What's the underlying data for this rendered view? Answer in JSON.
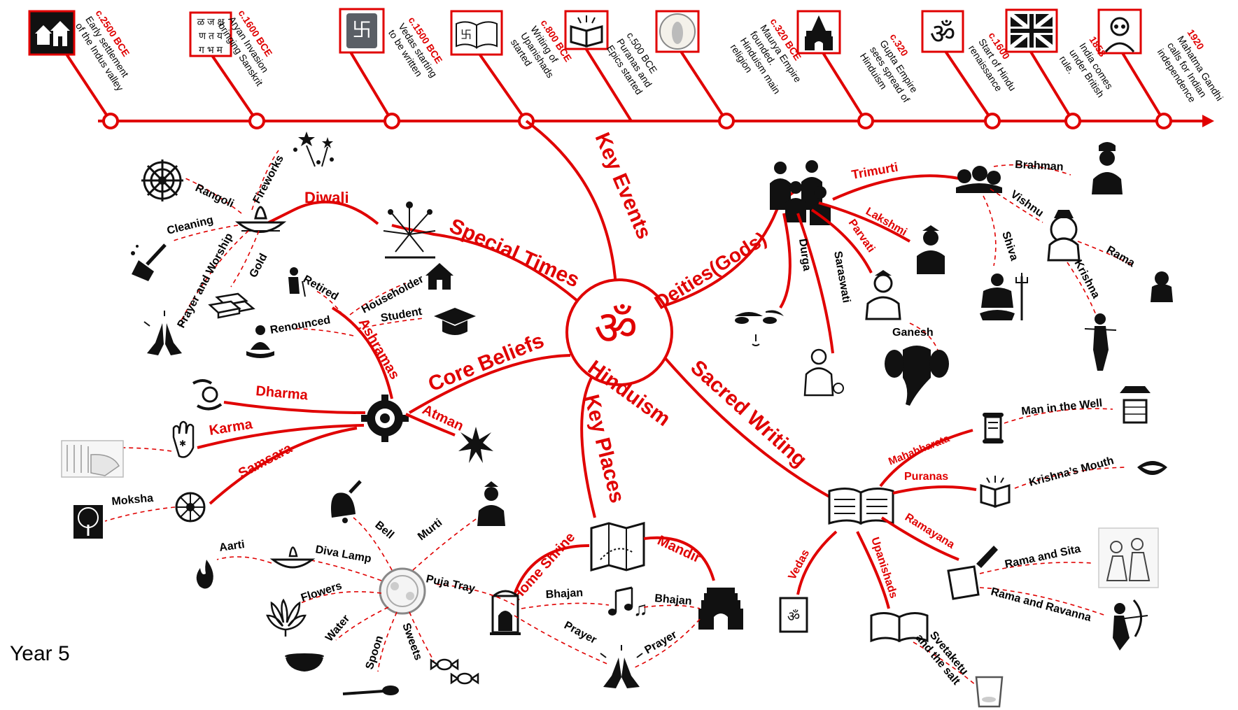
{
  "center": {
    "title": "Hinduism",
    "symbol": "ॐ"
  },
  "footer": {
    "year": "Year 5"
  },
  "timeline": [
    {
      "date": "c.2500 BCE",
      "text": [
        "Early settlement",
        "of the Indus valley"
      ],
      "icon": "village-icon"
    },
    {
      "date": "c.1600 BCE",
      "text": [
        "Aryan Invasion",
        "bringing Sanskrit"
      ],
      "icon": "sanskrit-script-icon",
      "glyph": [
        "ळ ज क्ष",
        "ण त य",
        "ग भ म"
      ]
    },
    {
      "date": "c.1500 BCE",
      "text": [
        "Vedas starting",
        "to be written"
      ],
      "icon": "vedas-book-icon",
      "glyph": "卐"
    },
    {
      "date": "c.800 BCE",
      "text": [
        "Writing of",
        "Upanishads",
        "started"
      ],
      "icon": "open-book-icon",
      "glyph": "卐"
    },
    {
      "date": "",
      "text": [
        "c.500 BCE",
        "Puranas and",
        "Epics started"
      ],
      "icon": "reading-book-icon"
    },
    {
      "date": "",
      "text": [
        "Hinduism main",
        "religion"
      ],
      "icon": "coin-icon"
    },
    {
      "date": "c.320 BCE",
      "text": [
        "Maurya Empire",
        "founded."
      ],
      "icon": "temple-icon"
    },
    {
      "date": "c.320",
      "text": [
        "Gupta Empire",
        "sees spread of",
        "Hinduism"
      ],
      "icon": "om-icon",
      "glyph": "ॐ"
    },
    {
      "date": "c.1600",
      "text": [
        "Start of Hindu",
        "renaissance"
      ],
      "icon": "union-flag-icon"
    },
    {
      "date": "1858",
      "text": [
        "India comes",
        "under British",
        "rule."
      ],
      "icon": "gandhi-portrait-icon"
    },
    {
      "date": "1920",
      "text": [
        "Mahatma Gandhi",
        "calls for Indian",
        "independence"
      ],
      "icon": ""
    }
  ],
  "branches": {
    "key_events": "Key Events",
    "special_times": "Special Times",
    "deities": "Deities(Gods)",
    "core_beliefs": "Core Beliefs",
    "key_places": "Key Places",
    "sacred_writing": "Sacred Writing"
  },
  "special_times": {
    "diwali": "Diwali",
    "fireworks": "Fireworks",
    "rangoli": "Rangoli",
    "cleaning": "Cleaning",
    "prayer_worship": "Prayer and Worship",
    "gold": "Gold"
  },
  "ashramas": {
    "title": "Ashramas",
    "retired": "Retired",
    "householder": "Householder",
    "student": "Student",
    "renounced": "Renounced"
  },
  "core_beliefs": {
    "dharma": "Dharma",
    "karma": "Karma",
    "samsara": "Samsara",
    "atman": "Atman",
    "moksha": "Moksha"
  },
  "deities": {
    "trimurti": "Trimurti",
    "brahman": "Brahman",
    "vishnu": "Vishnu",
    "shiva": "Shiva",
    "rama": "Rama",
    "krishna": "Krishna",
    "lakshmi": "Lakshmi",
    "parvati": "Parvati",
    "saraswati": "Saraswati",
    "durga": "Durga",
    "ganesh": "Ganesh"
  },
  "key_places": {
    "home_shrine": "Home Shrine",
    "mandir": "Mandir",
    "bhajan": "Bhajan",
    "prayer": "Prayer"
  },
  "puja": {
    "tray": "Puja Tray",
    "bell": "Bell",
    "murti": "Murti",
    "aarti": "Aarti",
    "diva": "Diva Lamp",
    "flowers": "Flowers",
    "water": "Water",
    "spoon": "Spoon",
    "sweets": "Sweets"
  },
  "sacred_writing": {
    "mahabharata": "Mahabharata",
    "man_in_well": "Man in the Well",
    "puranas": "Puranas",
    "krishnas_mouth": "Krishna’s Mouth",
    "ramayana": "Ramayana",
    "rama_sita": "Rama and Sita",
    "rama_ravanna": "Rama and Ravanna",
    "vedas": "Vedas",
    "upanishads": "Upanishads",
    "svetaketu": [
      "Svetaketu",
      "and the salt"
    ]
  },
  "colors": {
    "accent": "#e00000",
    "text": "#000000"
  }
}
